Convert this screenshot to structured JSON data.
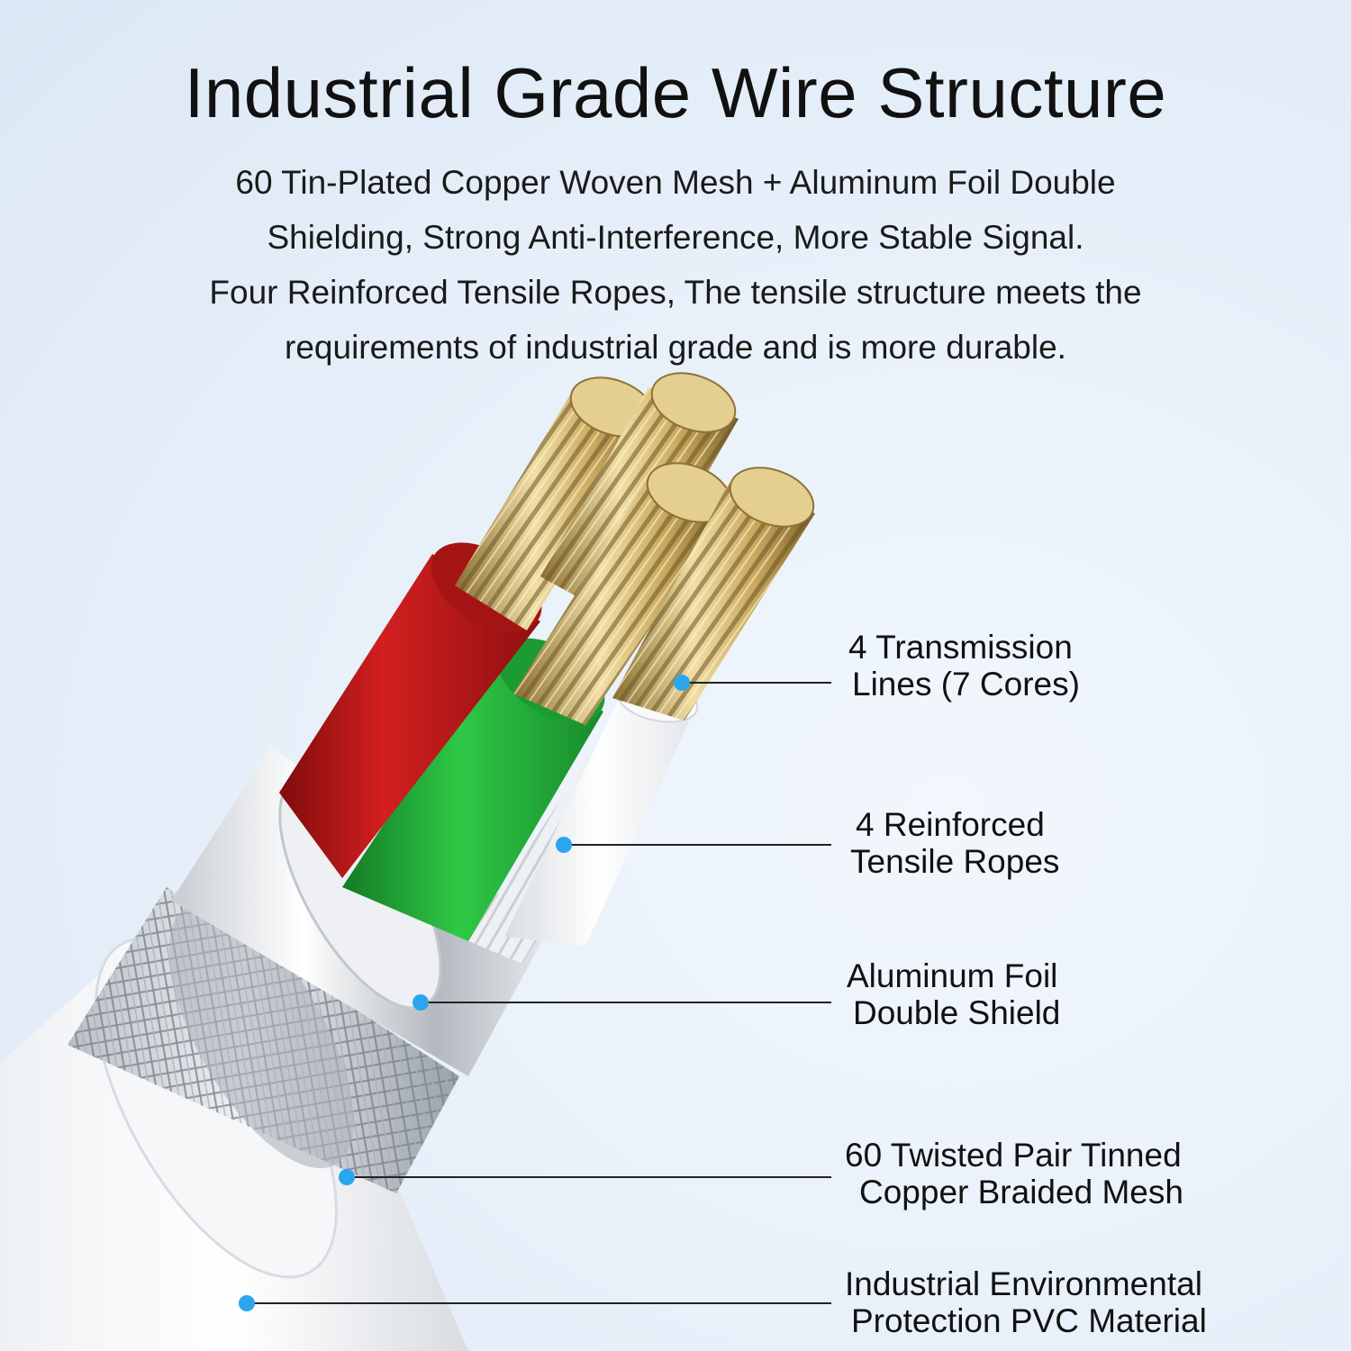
{
  "title": "Industrial Grade Wire Structure",
  "description": [
    "60 Tin-Plated Copper Woven Mesh + Aluminum Foil Double",
    "Shielding, Strong Anti-Interference, More Stable Signal.",
    "Four Reinforced Tensile Ropes, The tensile structure meets the",
    "requirements of industrial grade and is more durable."
  ],
  "callouts": [
    {
      "line1": "4 Transmission",
      "line2": "Lines (7 Cores)"
    },
    {
      "line1": "4 Reinforced",
      "line2": "Tensile Ropes"
    },
    {
      "line1": "Aluminum Foil",
      "line2": "Double Shield"
    },
    {
      "line1": "60 Twisted Pair Tinned",
      "line2": "Copper Braided Mesh"
    },
    {
      "line1": "Industrial Environmental",
      "line2": "Protection PVC Material"
    }
  ],
  "colors": {
    "marker": "#2ba6ee",
    "red_wire": "#c41a1a",
    "green_wire": "#22b43a",
    "copper": "#d8c07e"
  }
}
